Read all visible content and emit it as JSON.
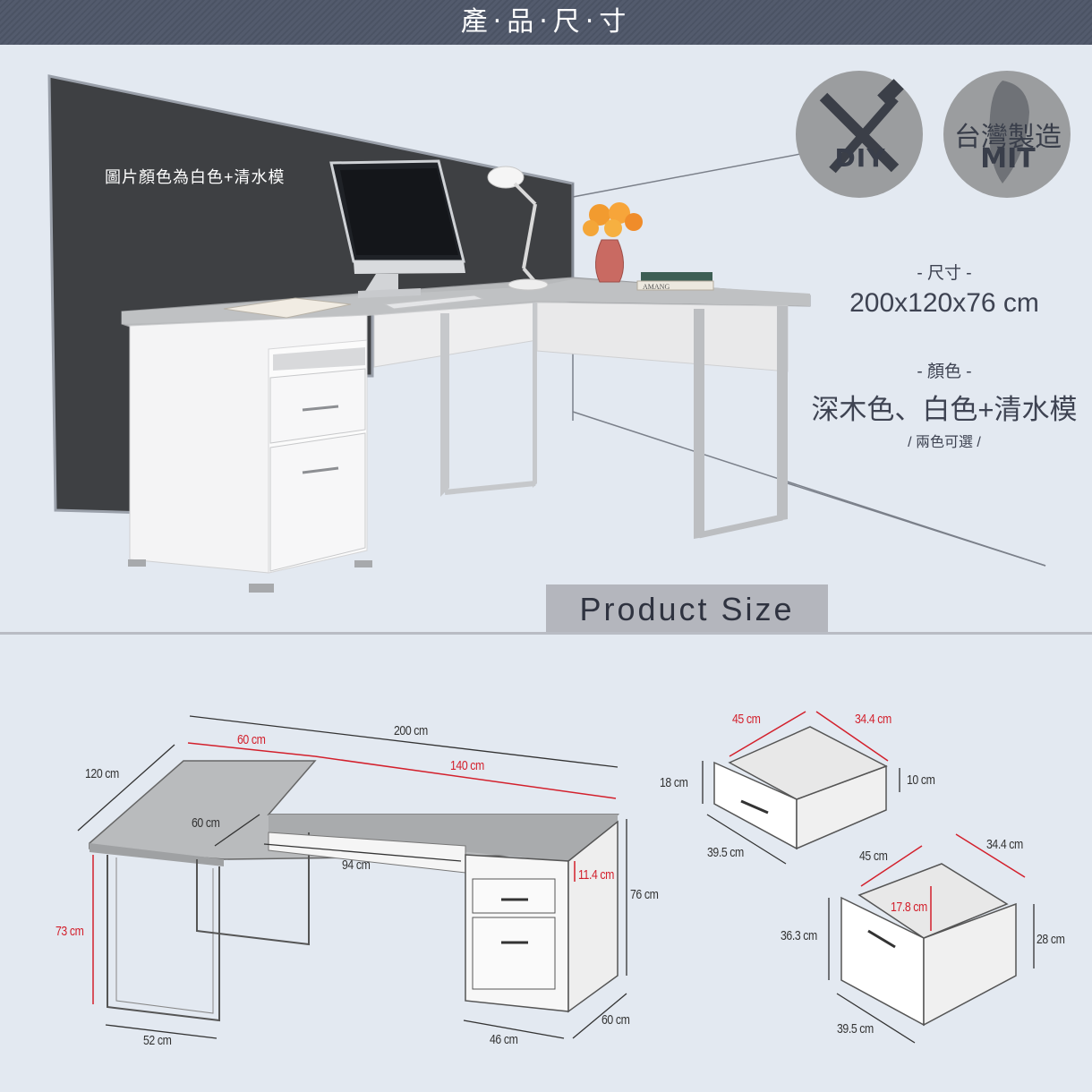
{
  "banner": {
    "title": "產‧品‧尺‧寸"
  },
  "photo": {
    "note": "圖片顏色為白色+清水模",
    "book_spine": "AMANG"
  },
  "badges": {
    "diy": "DIY",
    "mit_top": "台灣製造",
    "mit": "MIT"
  },
  "specs": {
    "size_label": "- 尺寸 -",
    "size_value": "200x120x76 cm",
    "color_label": "- 顏色 -",
    "color_value": "深木色、白色+清水模",
    "color_note": "/ 兩色可選 /"
  },
  "section": {
    "product_size": "Product Size"
  },
  "dimensions": {
    "desk_length": "200 cm",
    "left_top_width": "60 cm",
    "right_top_length": "140 cm",
    "side_depth": "120 cm",
    "inner_depth": "60 cm",
    "inner_span": "94 cm",
    "shelf_height": "11.4 cm",
    "total_height": "76 cm",
    "leg_height": "73 cm",
    "leg_width": "52 cm",
    "cabinet_width": "46 cm",
    "cabinet_depth": "60 cm",
    "small_drawer_width": "45 cm",
    "small_drawer_depth": "34.4 cm",
    "small_drawer_front_h": "18 cm",
    "small_drawer_inner_h": "10 cm",
    "small_drawer_front_w": "39.5 cm",
    "large_drawer_width": "45 cm",
    "large_drawer_depth": "34.4 cm",
    "large_drawer_inner_h": "17.8 cm",
    "large_drawer_front_h": "36.3 cm",
    "large_drawer_side_h": "28 cm",
    "large_drawer_front_w": "39.5 cm"
  },
  "colors": {
    "accent_red": "#d3202c",
    "banner": "#4b5364",
    "background": "#e3e9f1",
    "wall": "#3e4043"
  }
}
